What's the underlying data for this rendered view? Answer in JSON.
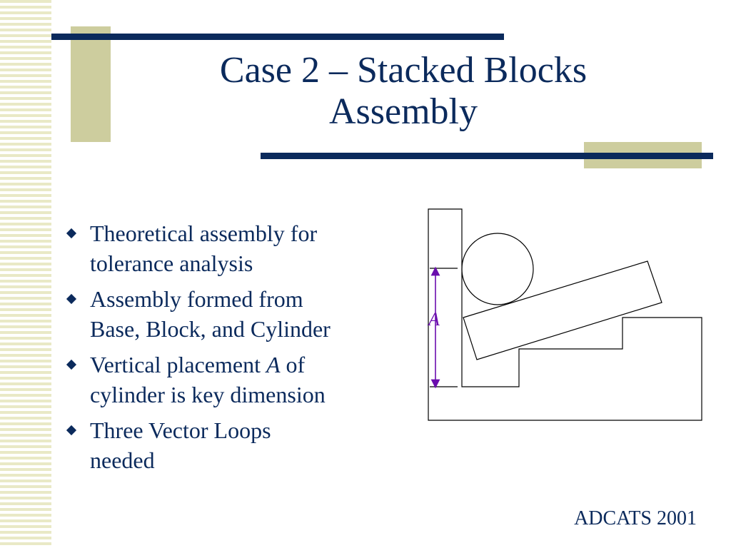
{
  "slide": {
    "title_line1": "Case 2 – Stacked Blocks",
    "title_line2": "Assembly",
    "bullets": [
      {
        "line1": "Theoretical assembly for",
        "line2": "tolerance analysis"
      },
      {
        "line1": "Assembly formed from",
        "line2": "Base, Block, and Cylinder"
      },
      {
        "line1_before": "Vertical placement",
        "line1_italic": "A",
        "line1_after": "of",
        "line2": "cylinder is key dimension"
      },
      {
        "line1": "Three Vector Loops",
        "line2": "needed"
      }
    ],
    "footer": "ADCATS 2001"
  },
  "diagram": {
    "dimension_label": "A"
  },
  "colors": {
    "navy": "#0b2a5c",
    "tan": "#cdcd9e",
    "stripe": "#e9e9c6",
    "dimension": "#6a0dad"
  }
}
